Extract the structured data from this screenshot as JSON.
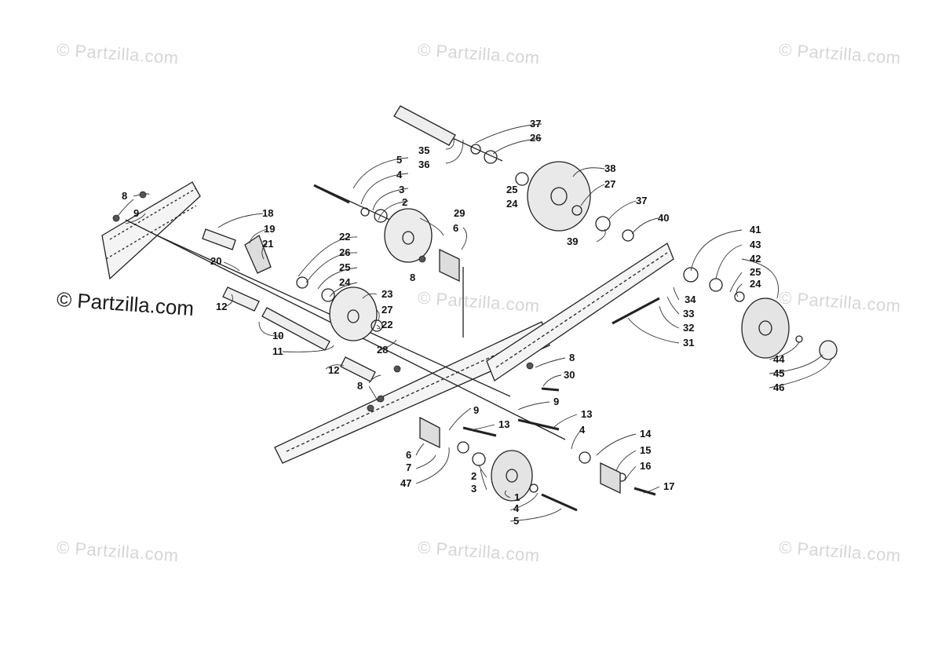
{
  "watermark": "© Partzilla.com",
  "callouts": [
    "1",
    "2",
    "3",
    "4",
    "5",
    "6",
    "7",
    "8",
    "9",
    "10",
    "11",
    "12",
    "13",
    "14",
    "15",
    "16",
    "17",
    "18",
    "19",
    "20",
    "21",
    "22",
    "23",
    "24",
    "25",
    "26",
    "27",
    "28",
    "29",
    "30",
    "31",
    "32",
    "33",
    "34",
    "35",
    "36",
    "37",
    "38",
    "39",
    "40",
    "41",
    "42",
    "43",
    "44",
    "45",
    "46",
    "47"
  ]
}
